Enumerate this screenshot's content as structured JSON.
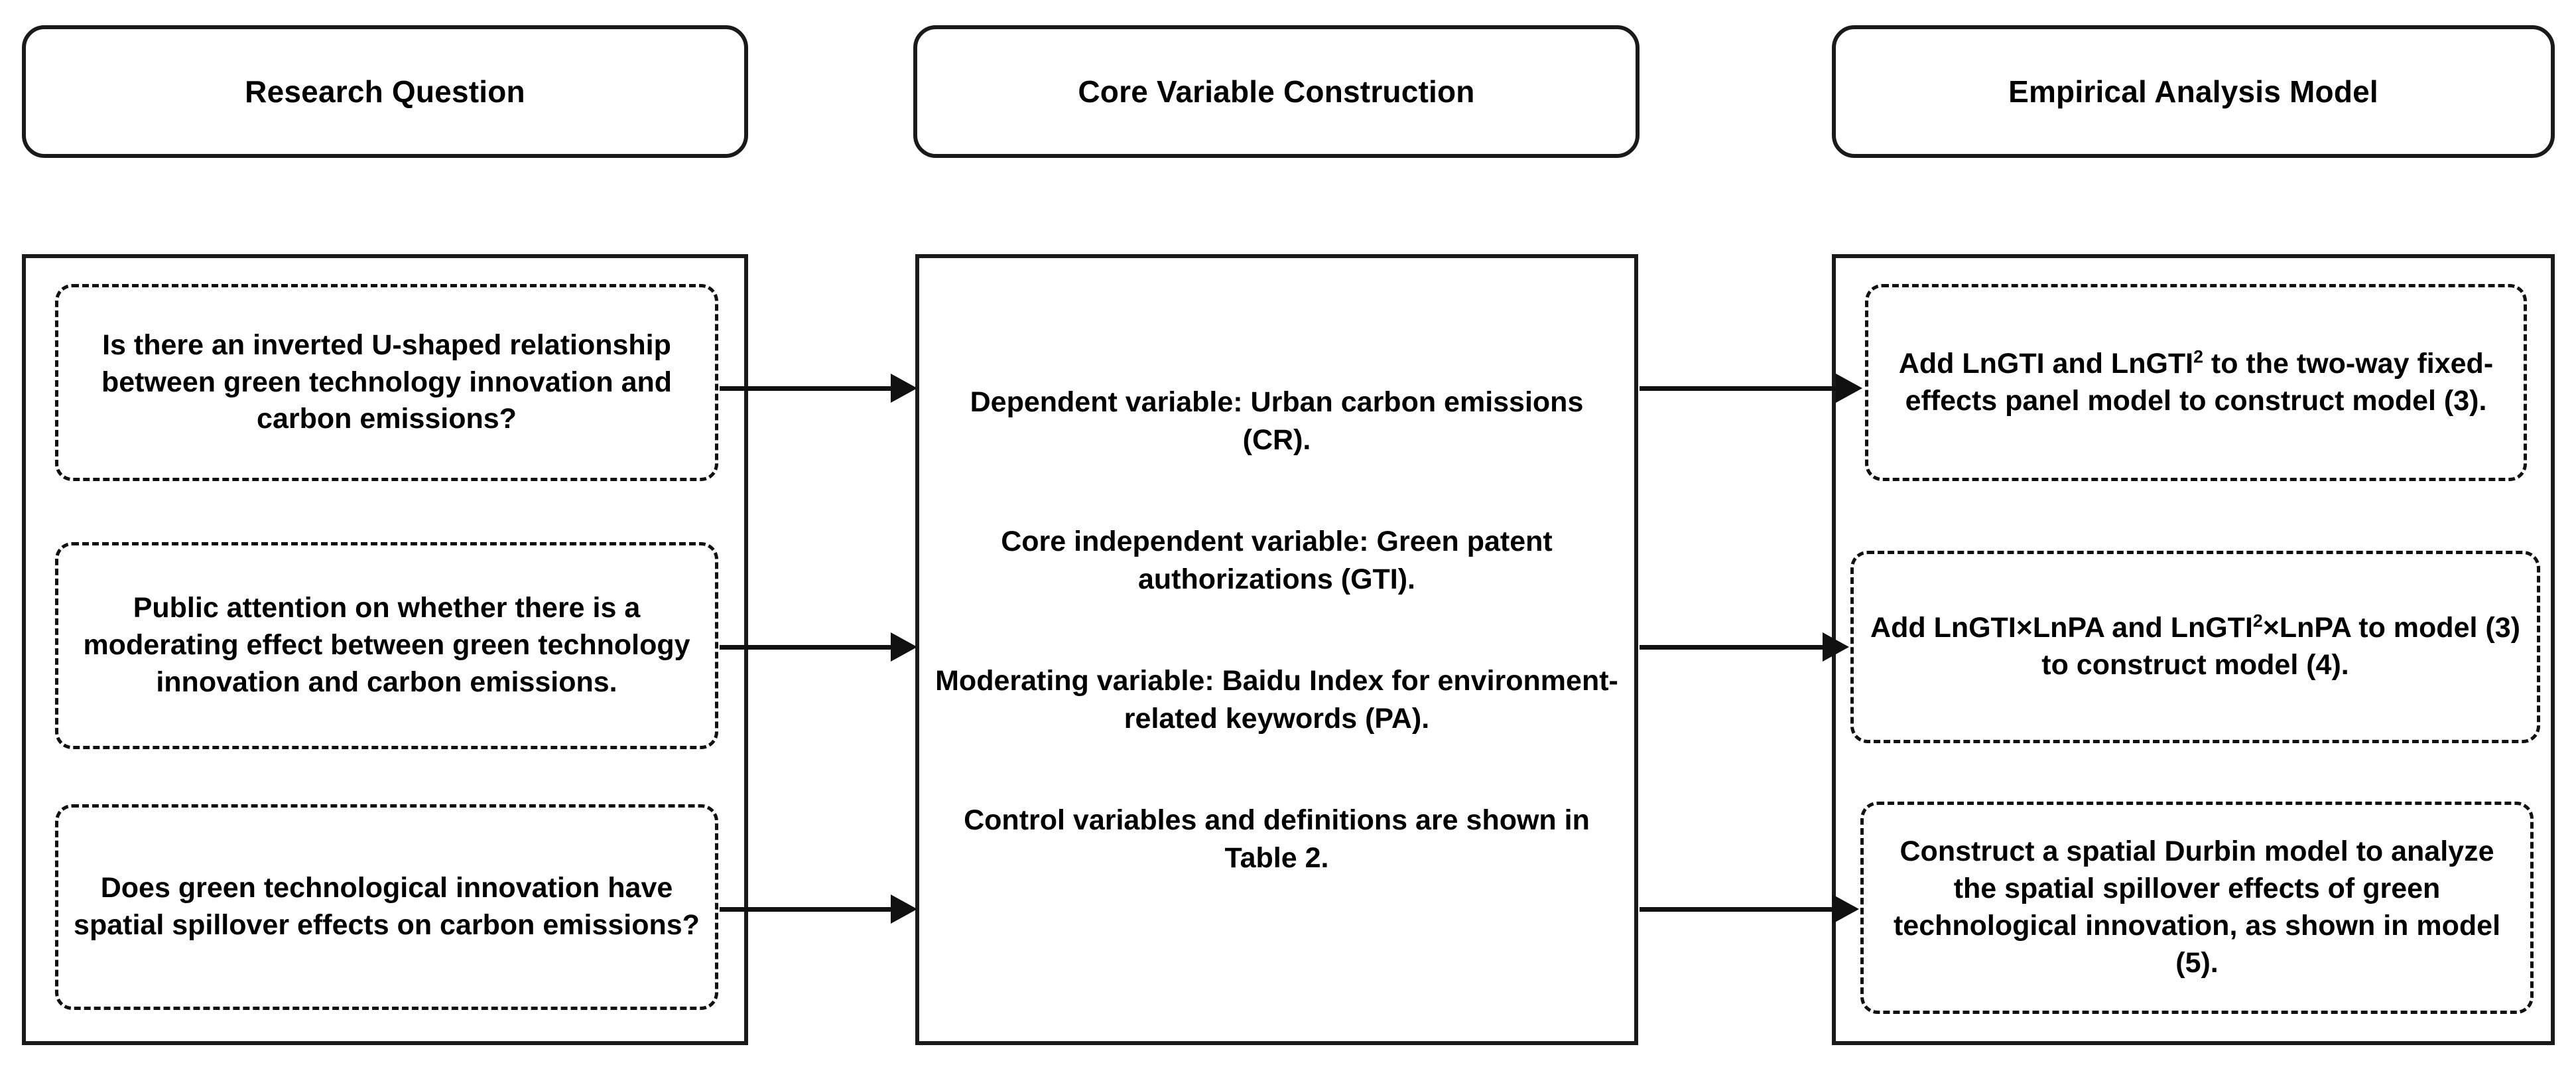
{
  "diagram": {
    "title": "Research framework flowchart",
    "columns": [
      {
        "id": "research-question",
        "header": "Research Question",
        "items": [
          {
            "id": "rq-1",
            "text": "Is there an inverted U-shaped relationship between green technology innovation and carbon emissions?"
          },
          {
            "id": "rq-2",
            "text": "Public attention on whether there is a moderating effect between green technology innovation and carbon emissions."
          },
          {
            "id": "rq-3",
            "text": "Does green technological innovation have spatial spillover effects on carbon emissions?"
          }
        ]
      },
      {
        "id": "core-variable-construction",
        "header": "Core Variable Construction",
        "items": [
          {
            "id": "cv-1",
            "text": "Dependent variable: Urban carbon emissions (CR)."
          },
          {
            "id": "cv-2",
            "text": "Core independent variable: Green patent authorizations (GTI)."
          },
          {
            "id": "cv-3",
            "text": "Moderating variable: Baidu Index for environment-related keywords (PA)."
          },
          {
            "id": "cv-4",
            "text": "Control variables and definitions are shown in Table 2."
          }
        ]
      },
      {
        "id": "empirical-analysis-model",
        "header": "Empirical Analysis Model",
        "items": [
          {
            "id": "em-1",
            "html": "Add LnGTI and LnGTI<sup class=\"sup\">2</sup> to the two-way fixed-effects panel model to construct model (3)."
          },
          {
            "id": "em-2",
            "html": "Add LnGTI&#215;LnPA and LnGTI<sup class=\"sup\">2</sup>&#215;LnPA to model (3) to construct model (4)."
          },
          {
            "id": "em-3",
            "html": "Construct a spatial Durbin model to analyze the spatial spillover effects of green technological innovation, as shown in model (5)."
          }
        ]
      }
    ],
    "connectors": [
      {
        "id": "arrow-rq1-to-core",
        "label": "arrow from research question 1 to core variable construction"
      },
      {
        "id": "arrow-rq2-to-core",
        "label": "arrow from research question 2 to core variable construction"
      },
      {
        "id": "arrow-rq3-to-core",
        "label": "arrow from research question 3 to core variable construction"
      },
      {
        "id": "arrow-core-to-em1",
        "label": "arrow from core variable construction to empirical model 1"
      },
      {
        "id": "arrow-core-to-em2",
        "label": "arrow from core variable construction to empirical model 2"
      },
      {
        "id": "arrow-core-to-em3",
        "label": "arrow from core variable construction to empirical model 3"
      }
    ],
    "colors": {
      "stroke": "#111111",
      "background": "#ffffff",
      "text": "#000000"
    }
  }
}
